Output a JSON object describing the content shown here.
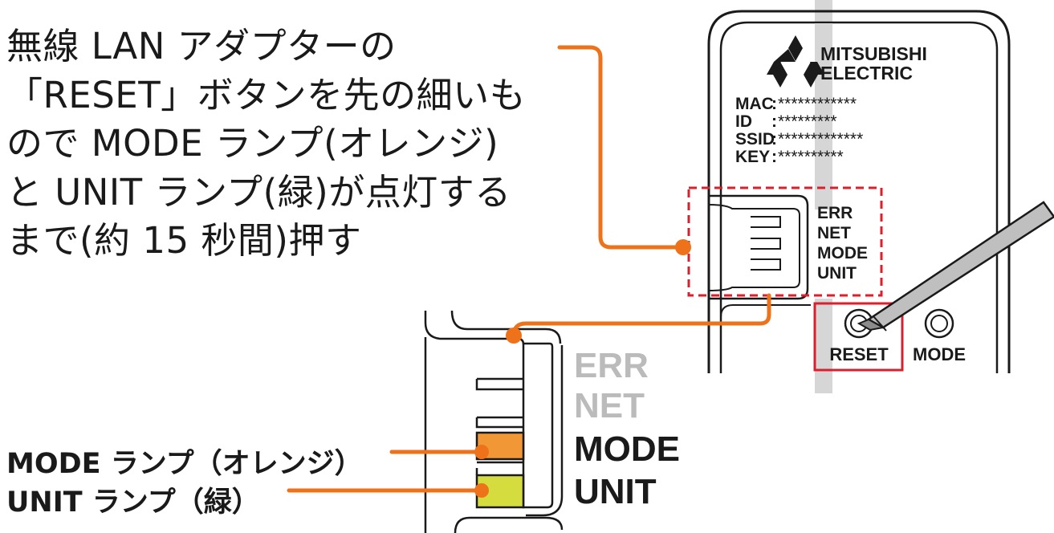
{
  "instruction": {
    "lines": [
      "無線 LAN アダプターの",
      "「RESET」ボタンを先の細いも",
      "ので MODE ランプ(オレンジ)",
      "と UNIT ランプ(緑)が点灯する",
      "まで(約 15 秒間)押す"
    ]
  },
  "device": {
    "brand_line1": "MITSUBISHI",
    "brand_line2": "ELECTRIC",
    "info_rows": [
      {
        "key": "MAC",
        "sep": ":",
        "value": "************"
      },
      {
        "key": "ID",
        "sep": ":",
        "value": "*********"
      },
      {
        "key": "SSID",
        "sep": ":",
        "value": "*************"
      },
      {
        "key": "KEY",
        "sep": ":",
        "value": "**********"
      }
    ],
    "lamps": [
      "ERR",
      "NET",
      "MODE",
      "UNIT"
    ],
    "buttons": {
      "reset": "RESET",
      "mode": "MODE"
    }
  },
  "zoom": {
    "lamps": [
      "ERR",
      "NET",
      "MODE",
      "UNIT"
    ]
  },
  "callouts": {
    "mode_lamp": "MODE ランプ（オレンジ）",
    "unit_lamp": "UNIT ランプ（緑）"
  },
  "colors": {
    "leader": "#ee7219",
    "highlight": "#d9202e",
    "mode_lamp": "#f29736",
    "unit_lamp": "#d5dc3e",
    "dim_label": "#bbbbbb",
    "gray_band": "#d6d6d6"
  },
  "icons": {
    "logo": "three-diamonds-logo",
    "tool": "pen-stylus"
  }
}
